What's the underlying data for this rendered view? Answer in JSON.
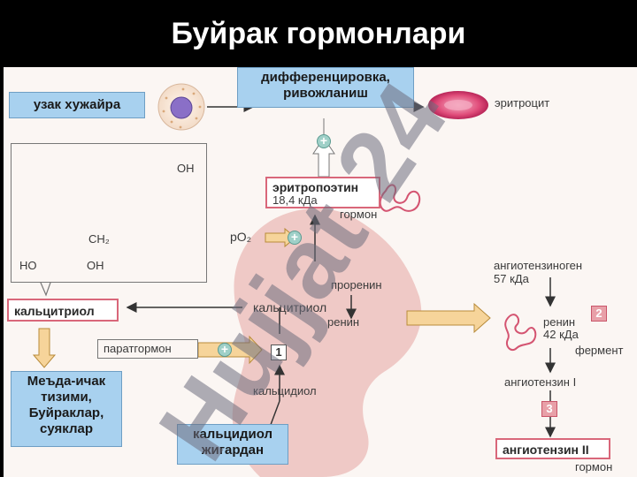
{
  "title": "Буйрак гормонлари",
  "watermark": "Hujjat 24",
  "boxes": {
    "bone_marrow": "узак хужайра",
    "differentiation": [
      "дифференцировка,",
      "ривожланиш"
    ],
    "calcitriol_main": "кальцитриол",
    "targets": [
      "Меъда-ичак",
      "тизими,",
      "Буйраклар,",
      "суяклар"
    ],
    "calcidiol_source": [
      "кальцидиол",
      "жигардан"
    ],
    "erythropoietin": "эритропоэтин",
    "angiotensin2": "ангиотензин II"
  },
  "labels": {
    "erythrocyte": "эритроцит",
    "erythropoietin_mass": "18,4 кДа",
    "hormone1": "гормон",
    "po2": "pO₂",
    "prorenin": "проренин",
    "calcitriol_mid": "кальцитриол",
    "renin": "ренин",
    "parathormone": "паратгормон",
    "calcidiol": "кальцидиол",
    "angiotensinogen": "ангиотензиноген",
    "angiotensinogen_mass": "57 кДа",
    "renin2": "ренин",
    "renin2_mass": "42 кДа",
    "enzyme": "фермент",
    "angiotensin1": "ангиотензин I",
    "hormone2": "гормон"
  },
  "formula": {
    "oh_top": "OH",
    "ch2": "CH₂",
    "ho": "HO",
    "oh_bottom": "OH"
  },
  "numbers": {
    "step1": "1",
    "step2": "2",
    "step3": "3"
  },
  "plus_sign": "+",
  "colors": {
    "blue_box": "#a8d1ef",
    "pink_border": "#d9677a",
    "arrow_fill": "#f6d49a",
    "kidney": "#ecc1bd",
    "watermark": "#7a6fb0"
  }
}
